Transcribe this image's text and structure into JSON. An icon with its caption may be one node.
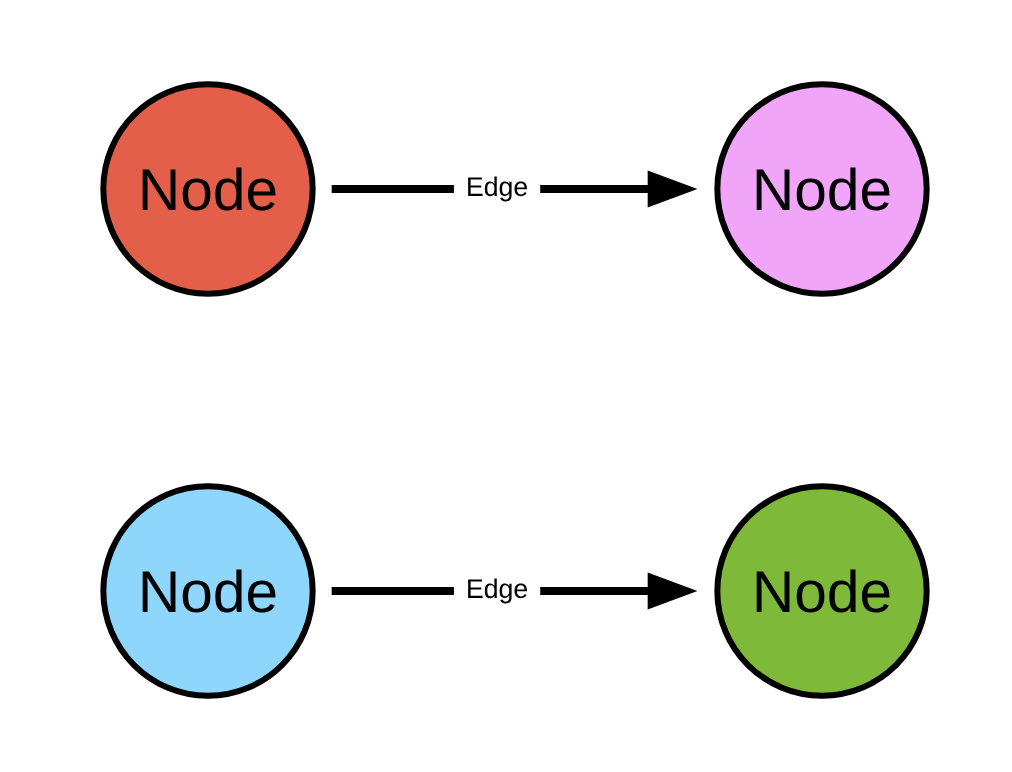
{
  "diagram": {
    "nodes": [
      {
        "text": [
          "Node"
        ]
      },
      {
        "text": [
          "Node"
        ]
      },
      {
        "text": [
          "Node"
        ]
      },
      {
        "text": [
          "Node"
        ]
      }
    ],
    "edges": [
      {
        "from": 0,
        "to": 1,
        "arrow": "to",
        "label": "Edge"
      },
      {
        "from": 2,
        "to": 3,
        "arrow": "to",
        "label": "Edge"
      }
    ]
  }
}
